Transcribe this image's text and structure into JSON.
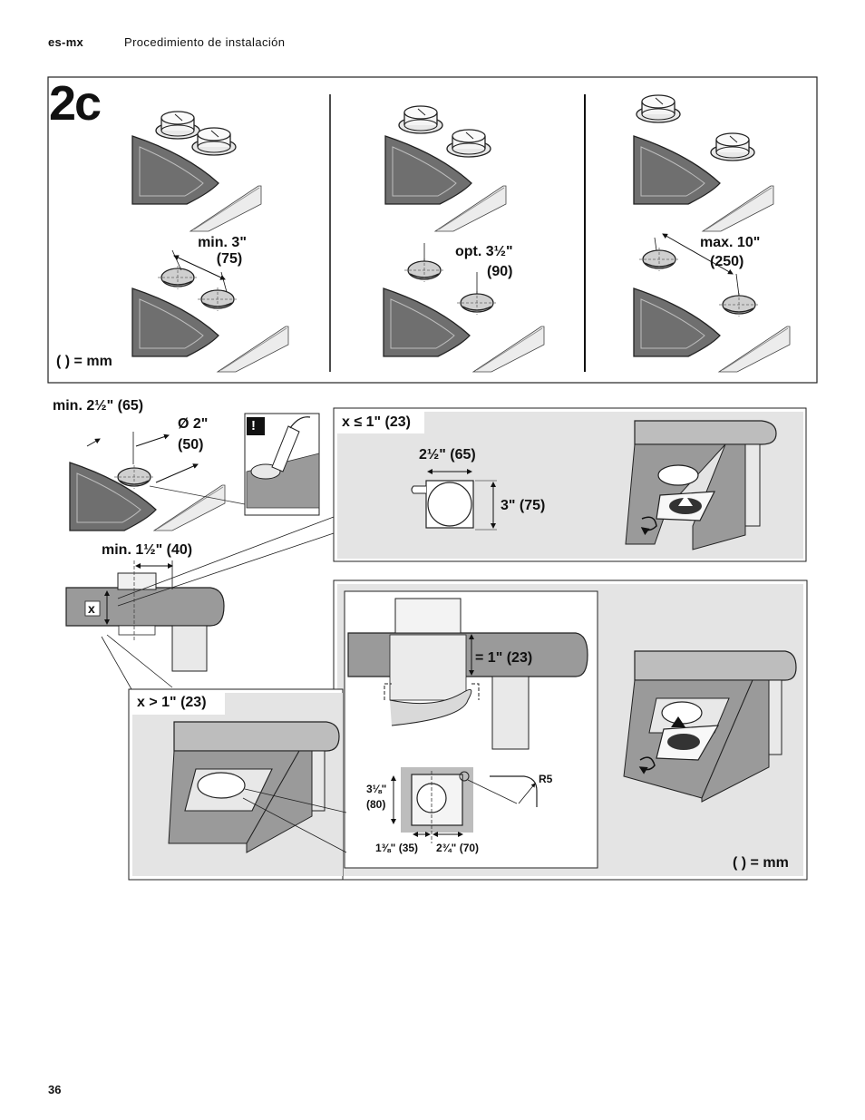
{
  "header": {
    "lang": "es-mx",
    "title": "Procedimiento de instalación"
  },
  "page_number": "36",
  "step_label": "2c",
  "panel1": {
    "line1": "min. 3\"",
    "line2": "(75)"
  },
  "panel2": {
    "line1": "opt. 3½\"",
    "line2": "(90)"
  },
  "panel3": {
    "line1": "max. 10\"",
    "line2": "(250)"
  },
  "mm_note": "( ) = mm",
  "detail": {
    "min_cutout": "min. 2½\" (65)",
    "diameter": "Ø 2\"",
    "diameter_mm": "(50)",
    "warning": "!",
    "min_depth": "min. 1½\" (40)",
    "x_mark": "x"
  },
  "box_small": {
    "title": "x ≤ 1\" (23)",
    "width": "2½\" (65)",
    "height": "3\" (75)"
  },
  "box_large": {
    "title": "x > 1\" (23)",
    "equals": "= 1\" (23)",
    "dim_height_top": "3⅛\"",
    "dim_height_mm": "(80)",
    "dim_left": "1⅜\" (35)",
    "dim_right": "2¾\" (70)",
    "radius": "R5",
    "mm_note": "( ) = mm"
  },
  "colors": {
    "panel_gray": "#e4e4e4",
    "counter_gray": "#9a9a9a",
    "hob_dark": "#6f6f6f"
  }
}
